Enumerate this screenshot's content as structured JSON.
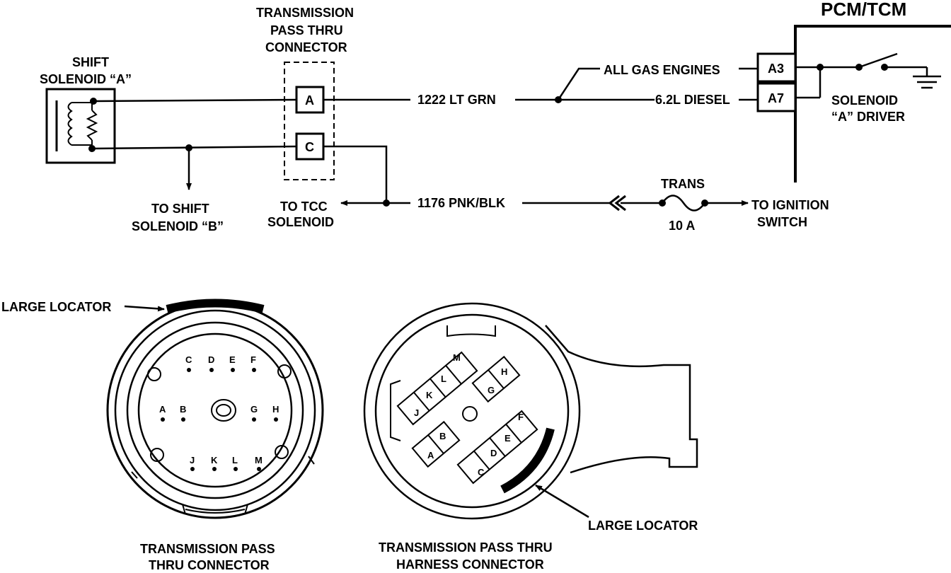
{
  "pcm_label": "PCM/TCM",
  "shift_solenoid_a": [
    "SHIFT",
    "SOLENOID “A”"
  ],
  "pass_thru_connector": [
    "TRANSMISSION",
    "PASS THRU",
    "CONNECTOR"
  ],
  "pins": {
    "a": "A",
    "c": "C",
    "a3": "A3",
    "a7": "A7"
  },
  "wires": {
    "lt_grn": "1222 LT GRN",
    "all_gas": "ALL GAS ENGINES",
    "diesel": "6.2L DIESEL",
    "pnk_blk": "1176 PNK/BLK"
  },
  "solenoid_driver": [
    "SOLENOID",
    "“A” DRIVER"
  ],
  "to_shift_b": [
    "TO SHIFT",
    "SOLENOID “B”"
  ],
  "to_tcc": [
    "TO TCC",
    "SOLENOID"
  ],
  "fuse": {
    "name": "TRANS",
    "rating": "10 A"
  },
  "to_ignition": [
    "TO IGNITION",
    "SWITCH"
  ],
  "large_locator": "LARGE LOCATOR",
  "connector_pins": {
    "C": "C",
    "D": "D",
    "E": "E",
    "F": "F",
    "A": "A",
    "B": "B",
    "G": "G",
    "H": "H",
    "J": "J",
    "K": "K",
    "L": "L",
    "M": "M"
  },
  "captions": {
    "pass_thru": [
      "TRANSMISSION PASS",
      "THRU CONNECTOR"
    ],
    "harness": [
      "TRANSMISSION PASS THRU",
      "HARNESS CONNECTOR"
    ]
  }
}
